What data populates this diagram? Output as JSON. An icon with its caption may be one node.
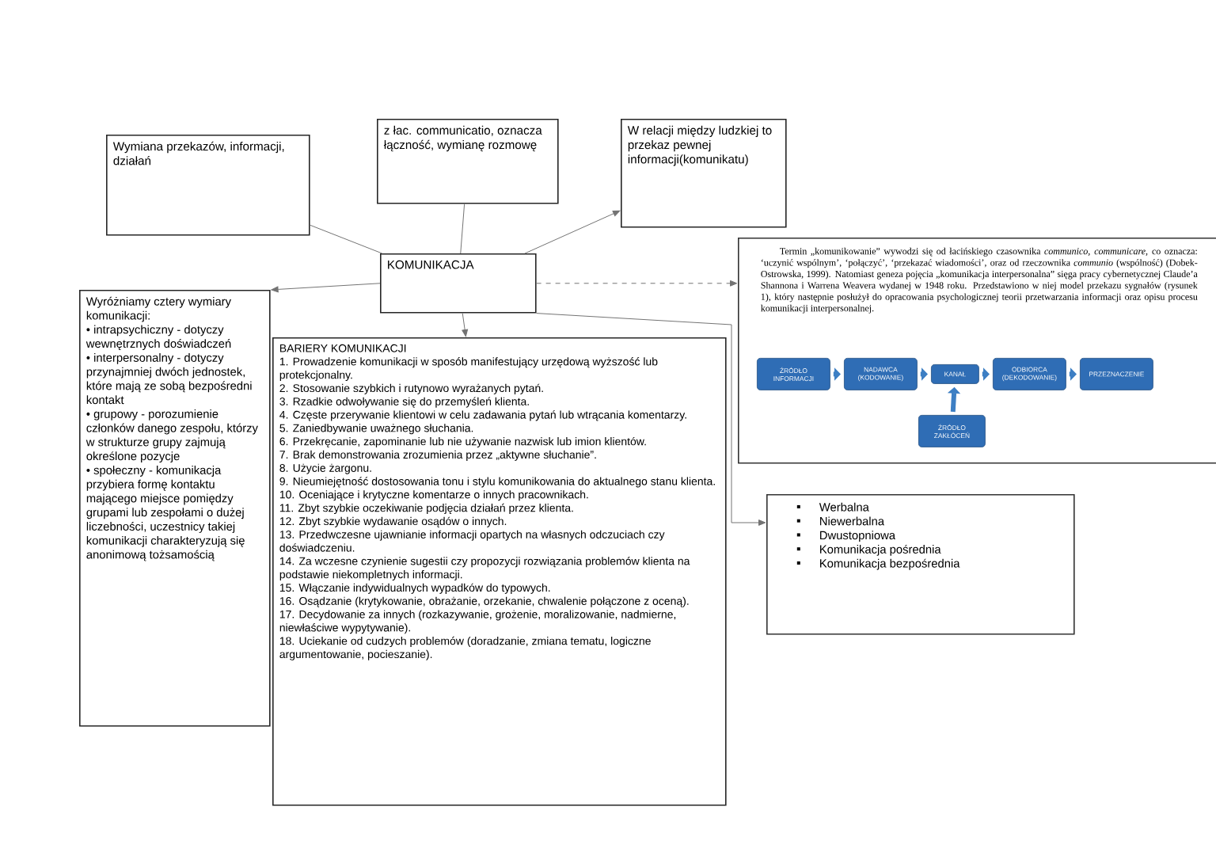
{
  "diagram": {
    "nodes": [
      {
        "text": [
          "Wymiana przekazów, informacji, działań"
        ]
      },
      {
        "text": [
          "z łac. communicatio, oznacza łączność, wymianę rozmowę"
        ]
      },
      {
        "text": [
          "W relacji między ludzkiej to przekaz pewnej informacji(komunikatu)"
        ]
      },
      {
        "text": [
          "KOMUNIKACJA"
        ]
      },
      {
        "text": [
          "Wyróżniamy cztery wymiary komunikacji:",
          "• intrapsychiczny - dotyczy wewnętrznych doświadczeń",
          "• interpersonalny - dotyczy przynajmniej dwóch jednostek, które mają ze sobą bezpośredni kontakt",
          "• grupowy - porozumienie członków danego zespołu, którzy w strukturze grupy zajmują określone pozycje",
          "• społeczny - komunikacja przybiera formę kontaktu mającego miejsce pomiędzy grupami lub zespołami o dużej liczebności, uczestnicy takiej komunikacji charakteryzują się anonimową tożsamością"
        ]
      },
      {
        "text": [
          "BARIERY KOMUNIKACJI",
          "1. Prowadzenie komunikacji w sposób manifestujący urzędową wyższość lub protekcjonalny.",
          "2. Stosowanie szybkich i rutynowo wyrażanych pytań.",
          "3. Rzadkie odwoływanie się do przemyśleń klienta.",
          "4. Częste przerywanie klientowi w celu zadawania pytań lub wtrącania komentarzy.",
          "5. Zaniedbywanie uważnego słuchania.",
          "6. Przekręcanie, zapominanie lub nie używanie nazwisk lub imion klientów.",
          "7. Brak demonstrowania zrozumienia przez „aktywne słuchanie”.",
          "8. Użycie żargonu.",
          "9. Nieumiejętność dostosowania tonu i stylu komunikowania do aktualnego stanu klienta.",
          "10. Oceniające i krytyczne komentarze o innych pracownikach.",
          "11. Zbyt szybkie oczekiwanie podjęcia działań przez klienta.",
          "12. Zbyt szybkie wydawanie osądów o innych.",
          "13. Przedwczesne ujawnianie informacji opartych na własnych odczuciach czy doświadczeniu.",
          "14. Za wczesne czynienie sugestii czy propozycji rozwiązania problemów klienta na podstawie niekompletnych informacji.",
          "15. Włączanie indywidualnych wypadków do typowych.",
          "16. Osądzanie (krytykowanie, obrażanie, orzekanie, chwalenie połączone z oceną).",
          "17. Decydowanie za innych (rozkazywanie, grożenie, moralizowanie, nadmierne, niewłaściwe wypytywanie).",
          "18. Uciekanie od cudzych problemów (doradzanie, zmiana tematu, logiczne argumentowanie, pocieszanie)."
        ]
      },
      {
        "text": [
          "Termin „komunikowanie” wywodzi się od łacińskiego czasownika *communico, communicare*, co oznacza: ‘uczynić wspólnym’, ‘połączyć’, ‘przekazać wiadomości’, oraz od rzeczownika *communio* (wspólność) (Dobek-Ostrowska, 1999). Natomiast geneza pojęcia „komunikacja interpersonalna” sięga pracy cybernetycznej Claude’a Shannona i Warrena Weavera wydanej w 1948 roku. Przedstawiono w niej model przekazu sygnałów (rysunek 1), który następnie posłużył do opracowania psychologicznej teorii przetwarzania informacji oraz opisu procesu komunikacji interpersonalnej."
        ]
      },
      {
        "text": [
          "ŹRÓDŁO INFORMACJI"
        ],
        "in": 6
      },
      {
        "text": [
          "NADAWCA (KODOWANIE)"
        ],
        "in": 6
      },
      {
        "text": [
          "KANAŁ"
        ],
        "in": 6
      },
      {
        "text": [
          "ODBIORCA (DEKODOWANIE)"
        ],
        "in": 6
      },
      {
        "text": [
          "PRZEZNACZENIE"
        ],
        "in": 6
      },
      {
        "text": [
          "ŹRÓDŁO ZAKŁÓCEŃ"
        ],
        "in": 6
      },
      {
        "text": [
          "Werbalna",
          "Niewerbalna",
          "Dwustopniowa",
          "Komunikacja pośrednia",
          "Komunikacja bezpośrednia"
        ]
      }
    ],
    "edges": [
      {
        "from": 3,
        "to": 0,
        "arrow": "none"
      },
      {
        "from": 3,
        "to": 1,
        "arrow": "none"
      },
      {
        "from": 3,
        "to": 2,
        "arrow": "to"
      },
      {
        "from": 3,
        "to": 4,
        "arrow": "to"
      },
      {
        "from": 3,
        "to": 5,
        "arrow": "to"
      },
      {
        "from": 3,
        "to": 6,
        "arrow": "to",
        "style": "dashed"
      },
      {
        "from": 3,
        "to": 13,
        "arrow": "to"
      },
      {
        "from": 7,
        "to": 8,
        "arrow": "to",
        "style": "thick",
        "color": "#3d7fc4"
      },
      {
        "from": 8,
        "to": 9,
        "arrow": "to",
        "style": "thick",
        "color": "#3d7fc4"
      },
      {
        "from": 9,
        "to": 10,
        "arrow": "to",
        "style": "thick",
        "color": "#3d7fc4"
      },
      {
        "from": 10,
        "to": 11,
        "arrow": "to",
        "style": "thick",
        "color": "#3d7fc4"
      },
      {
        "from": 12,
        "to": 9,
        "arrow": "to",
        "style": "thick",
        "color": "#3d7fc4"
      }
    ]
  }
}
